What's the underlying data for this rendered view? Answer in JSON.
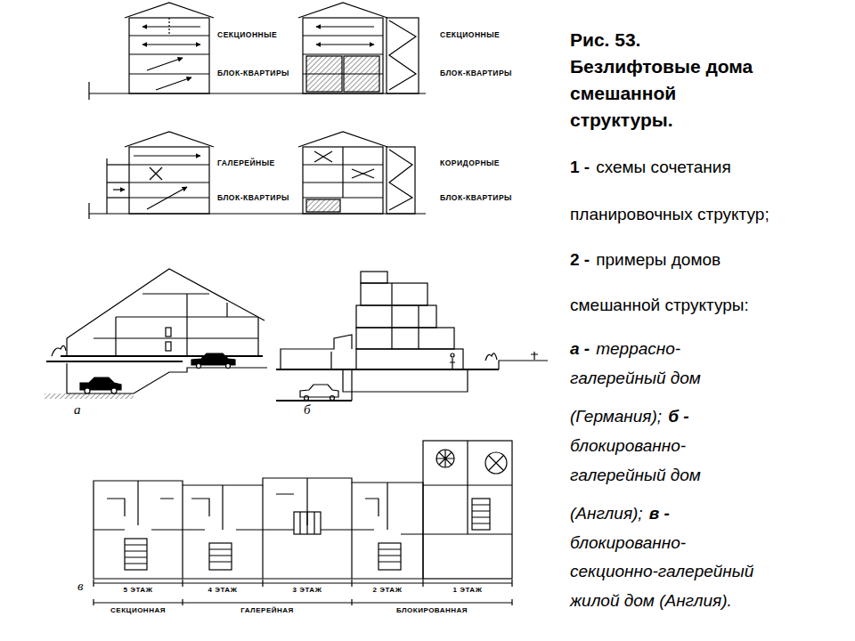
{
  "diagram": {
    "title": "Рис. 53.",
    "labels": [
      "СЕКЦИОННЫЕ",
      "БЛОК-КВАРТИРЫ",
      "СЕКЦИОННЫЕ",
      "БЛОК-КВАРТИРЫ",
      "ГАЛЕРЕЙНЫЕ",
      "БЛОК-КВАРТИРЫ",
      "КОРИДОРНЫЕ",
      "БЛОК-КВАРТИРЫ",
      "а",
      "б",
      "в",
      "5 ЭТАЖ",
      "4 ЭТАЖ",
      "3 ЭТАЖ",
      "2 ЭТАЖ",
      "1 ЭТАЖ",
      "СЕКЦИОННАЯ",
      "ГАЛЕРЕЙНАЯ",
      "БЛОКИРОВАННАЯ",
      "Безлифтовые дома смешанной структуры.",
      "1 -",
      "схемы сочетания",
      "планировочных структур;",
      "2 -",
      "примеры домов",
      "смешанной структуры:",
      "а -",
      "террасно-",
      "галерейный дом",
      "(Германия);",
      "б -",
      "блокированно-",
      "галерейный дом",
      "(Англия);",
      "в -",
      "блокированно-",
      "секционно-галерейный",
      "жилой дом (Англия)."
    ]
  }
}
